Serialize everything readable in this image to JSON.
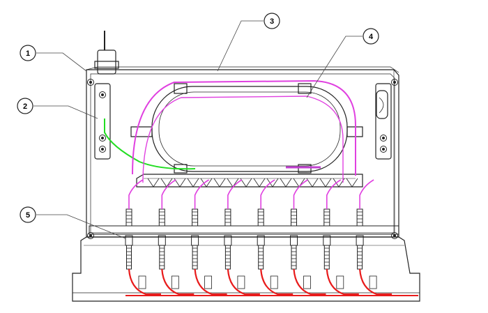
{
  "diagram": {
    "callouts": [
      {
        "id": "1",
        "label": "1"
      },
      {
        "id": "2",
        "label": "2"
      },
      {
        "id": "3",
        "label": "3"
      },
      {
        "id": "4",
        "label": "4"
      },
      {
        "id": "5",
        "label": "5"
      }
    ],
    "adapter_count": 8,
    "colors": {
      "outline": "#222222",
      "magenta_fiber": "#e040e0",
      "green_fiber": "#22dd22",
      "red_fiber": "#e81c1c",
      "background": "#ffffff"
    }
  }
}
